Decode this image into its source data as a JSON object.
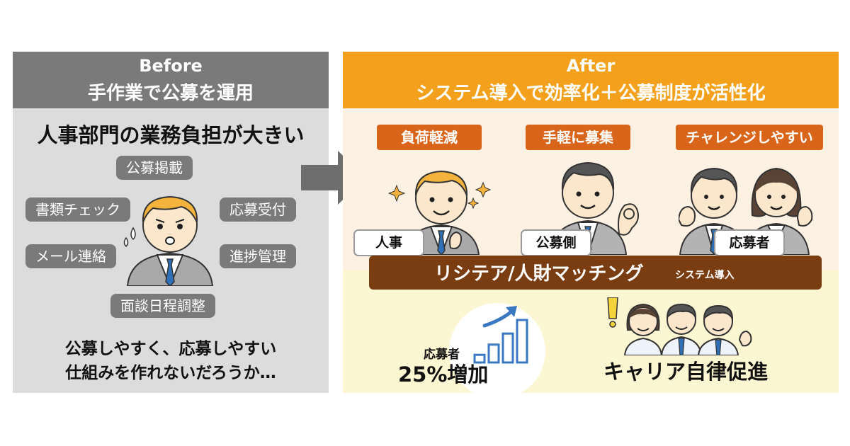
{
  "before": {
    "label": "Before",
    "subtitle": "手作業で公募を運用",
    "headline": "人事部門の業務負担が大きい",
    "tasks": [
      "公募掲載",
      "書類チェック",
      "応募受付",
      "メール連絡",
      "進捗管理",
      "面談日程調整"
    ],
    "conclusion_line1": "公募しやすく、応募しやすい",
    "conclusion_line2": "仕組みを作れないだろうか…"
  },
  "after": {
    "label": "After",
    "subtitle": "システム導入で効率化＋公募制度が活性化",
    "benefits": [
      "負荷軽減",
      "手軽に募集",
      "チャレンジしやすい"
    ],
    "roles": [
      "人事",
      "公募側",
      "応募者"
    ],
    "system_name": "リシテア/人財マッチング",
    "system_suffix": "システム導入",
    "stat_label": "応募者",
    "stat_value": "25%増加",
    "stat_bar_levels": [
      0.18,
      0.42,
      0.68,
      1.0
    ],
    "career_text": "キャリア自律促進"
  },
  "colors": {
    "before_gray": "#7a7a7a",
    "before_bg": "#dcdcdc",
    "after_orange": "#f3a11d",
    "after_bg": "#fdf1e4",
    "after_bottom_bg": "#fdf6d2",
    "benefit_orange": "#d9651b",
    "system_brown": "#7a3d12",
    "chart_blue": "#3a78c2"
  }
}
